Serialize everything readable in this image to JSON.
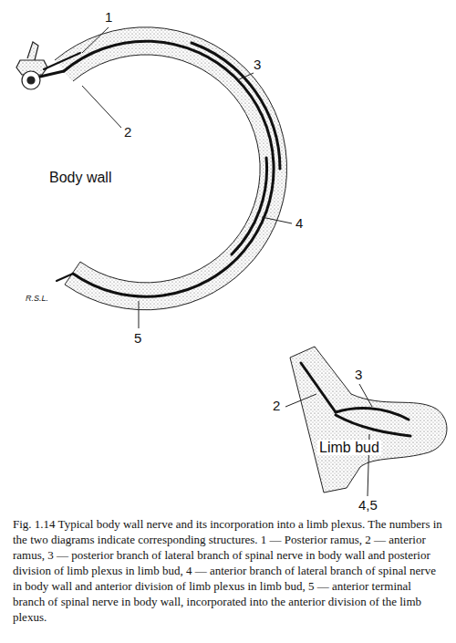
{
  "diagram": {
    "caption": "Fig. 1.14 Typical body wall nerve and its incorporation into a limb plexus. The numbers in the two diagrams indicate corresponding structures. 1 — Posterior ramus, 2 — anterior ramus, 3 — posterior branch of lateral branch of spinal nerve in body wall and posterior division of limb plexus in limb bud, 4 — anterior branch of lateral branch of spinal nerve in body wall and anterior division of limb plexus in limb bud, 5 — anterior terminal branch of spinal nerve in body wall, incorporated into the anterior division of the limb plexus.",
    "labels": [
      "1",
      "3",
      "2",
      "Body wall",
      "4",
      "R.S.L.",
      "5",
      "3",
      "2",
      "Limb bud",
      "4,5"
    ]
  }
}
